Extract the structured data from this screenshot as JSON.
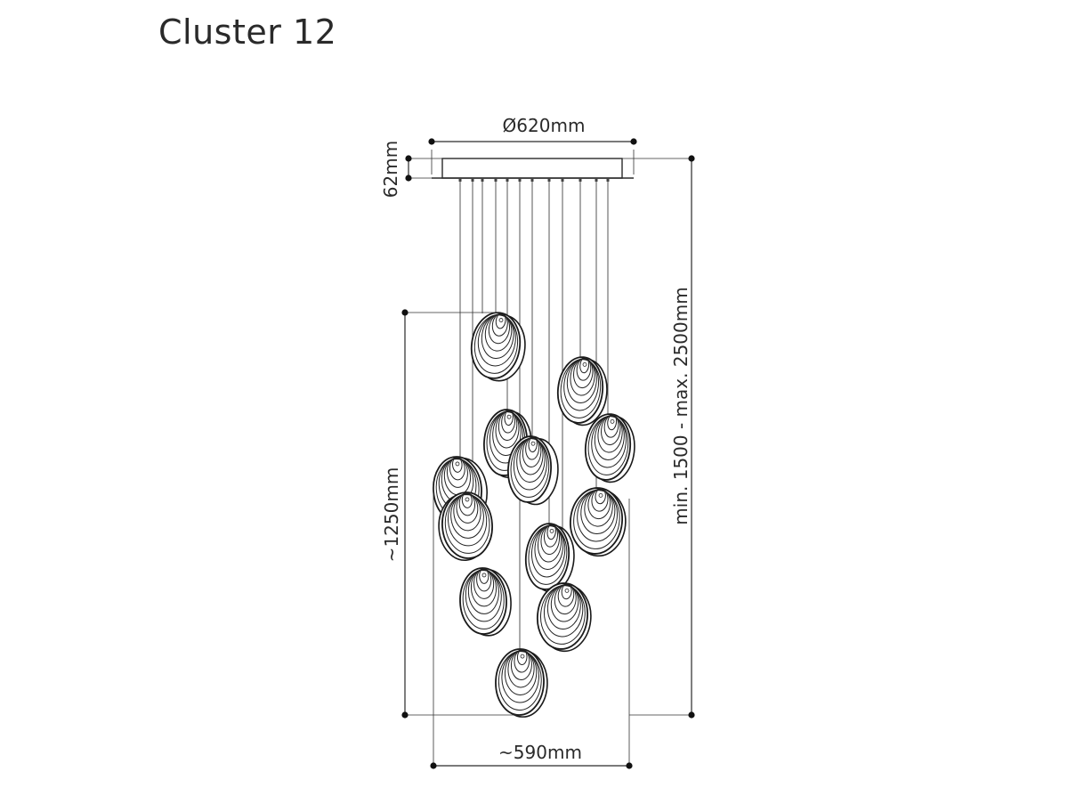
{
  "title": "Cluster 12",
  "dimensions": {
    "canopy_diameter": "Ø620mm",
    "canopy_height": "62mm",
    "overall_height": "min. 1500 - max. 2500mm",
    "cluster_height": "~1250mm",
    "cluster_width": "~590mm"
  },
  "pendant_count": 12
}
